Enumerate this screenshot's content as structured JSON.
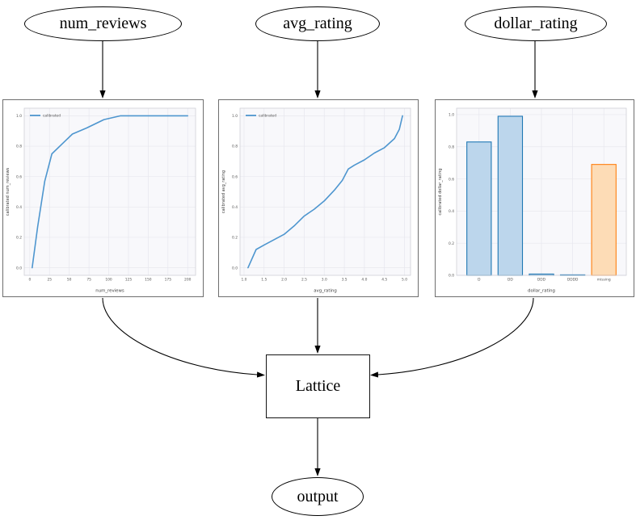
{
  "diagram": {
    "inputs": [
      {
        "label": "num_reviews"
      },
      {
        "label": "avg_rating"
      },
      {
        "label": "dollar_rating"
      }
    ],
    "lattice": {
      "label": "Lattice"
    },
    "output": {
      "label": "output"
    },
    "edges": [
      {
        "from": "num_reviews",
        "to": "calibrator-num-reviews"
      },
      {
        "from": "avg_rating",
        "to": "calibrator-avg-rating"
      },
      {
        "from": "dollar_rating",
        "to": "calibrator-dollar-rating"
      },
      {
        "from": "calibrator-num-reviews",
        "to": "Lattice"
      },
      {
        "from": "calibrator-avg-rating",
        "to": "Lattice"
      },
      {
        "from": "calibrator-dollar-rating",
        "to": "Lattice"
      },
      {
        "from": "Lattice",
        "to": "output"
      }
    ]
  },
  "colors": {
    "node_border": "#000000",
    "edge": "#000000",
    "plot_border": "#6e6e6e",
    "line_blue": "#4e96cf",
    "bar_blue_fill": "#bcd6ec",
    "bar_blue_edge": "#1f77b4",
    "bar_orange_fill": "#fddcb6",
    "bar_orange_edge": "#ff7f0e",
    "axes_bg": "#f8f8fb",
    "grid": "#e7e7ee",
    "spine": "#cfd0d8",
    "tick_text": "#555555",
    "label_text": "#3b3b3b"
  },
  "chart_data": [
    {
      "type": "line",
      "title": "",
      "xlabel": "num_reviews",
      "ylabel": "calibrated num_reviews",
      "legend": [
        "calibrated"
      ],
      "legend_position": "upper left",
      "grid": true,
      "xlim": [
        -7,
        210
      ],
      "ylim": [
        -0.05,
        1.05
      ],
      "xticks": [
        0,
        25,
        50,
        75,
        100,
        125,
        150,
        175,
        200
      ],
      "xtick_labels": [
        "0",
        "25",
        "50",
        "75",
        "100",
        "125",
        "150",
        "175",
        "200"
      ],
      "yticks": [
        0,
        0.2,
        0.4,
        0.6,
        0.8,
        1.0
      ],
      "ytick_labels": [
        "0.0",
        "0.2",
        "0.4",
        "0.6",
        "0.8",
        "1.0"
      ],
      "x": [
        3,
        10,
        19,
        28,
        44,
        54,
        72,
        94,
        115,
        140,
        170,
        200
      ],
      "y": [
        0.0,
        0.27,
        0.57,
        0.75,
        0.83,
        0.88,
        0.92,
        0.975,
        1.0,
        1.0,
        1.0,
        1.0
      ]
    },
    {
      "type": "line",
      "title": "",
      "xlabel": "avg_rating",
      "ylabel": "calibrated avg_rating",
      "legend": [
        "calibrated"
      ],
      "legend_position": "upper left",
      "grid": true,
      "xlim": [
        0.9,
        5.15
      ],
      "ylim": [
        -0.05,
        1.05
      ],
      "xticks": [
        1.0,
        1.5,
        2.0,
        2.5,
        3.0,
        3.5,
        4.0,
        4.5,
        5.0
      ],
      "xtick_labels": [
        "1.0",
        "1.5",
        "2.0",
        "2.5",
        "3.0",
        "3.5",
        "4.0",
        "4.5",
        "5.0"
      ],
      "yticks": [
        0,
        0.2,
        0.4,
        0.6,
        0.8,
        1.0
      ],
      "ytick_labels": [
        "0.0",
        "0.2",
        "0.4",
        "0.6",
        "0.8",
        "1.0"
      ],
      "x": [
        1.1,
        1.3,
        1.5,
        1.75,
        2.0,
        2.25,
        2.5,
        2.75,
        3.0,
        3.25,
        3.45,
        3.6,
        3.75,
        4.0,
        4.25,
        4.5,
        4.75,
        4.87,
        4.95
      ],
      "y": [
        0.0,
        0.12,
        0.15,
        0.185,
        0.22,
        0.275,
        0.34,
        0.385,
        0.44,
        0.51,
        0.575,
        0.65,
        0.675,
        0.71,
        0.755,
        0.79,
        0.85,
        0.91,
        1.0
      ]
    },
    {
      "type": "bar",
      "title": "",
      "xlabel": "dollar_rating",
      "ylabel": "calibrated dollar_rating",
      "grid": true,
      "categories": [
        "D",
        "DD",
        "DDD",
        "DDDD",
        "missing"
      ],
      "values": [
        0.83,
        0.99,
        0.008,
        0.003,
        0.69
      ],
      "bar_fill": [
        "blue",
        "blue",
        "blue",
        "blue",
        "orange"
      ],
      "ylim": [
        0,
        1.04
      ],
      "yticks": [
        0,
        0.2,
        0.4,
        0.6,
        0.8,
        1.0
      ],
      "ytick_labels": [
        "0.0",
        "0.2",
        "0.4",
        "0.6",
        "0.8",
        "1.0"
      ]
    }
  ]
}
